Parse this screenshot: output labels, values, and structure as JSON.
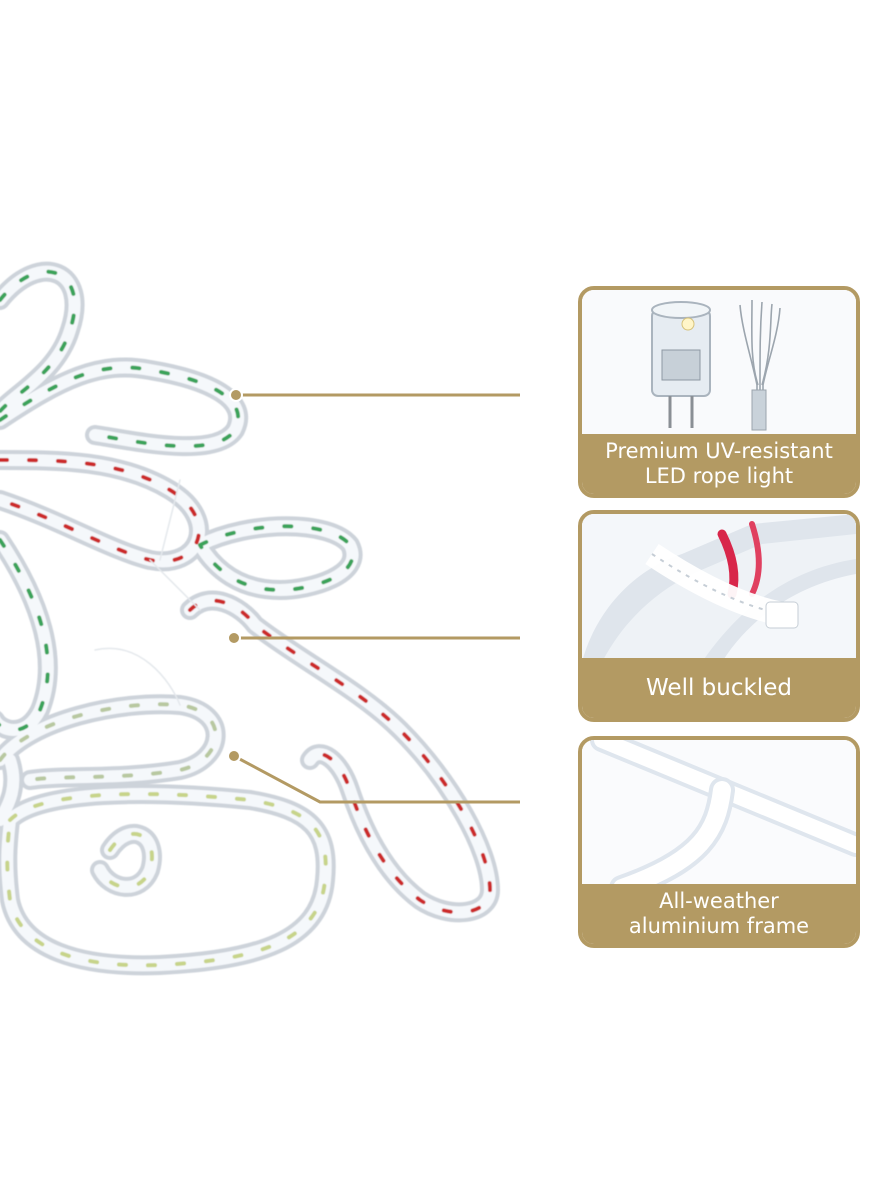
{
  "accent_color": "#b39a63",
  "features": [
    {
      "caption": "Premium UV-resistant\nLED rope light",
      "icon": "led-bulb-and-wire-icon"
    },
    {
      "caption": "Well buckled",
      "icon": "cable-tie-buckle-icon"
    },
    {
      "caption": "All-weather\naluminium frame",
      "icon": "t-joint-frame-icon"
    }
  ]
}
